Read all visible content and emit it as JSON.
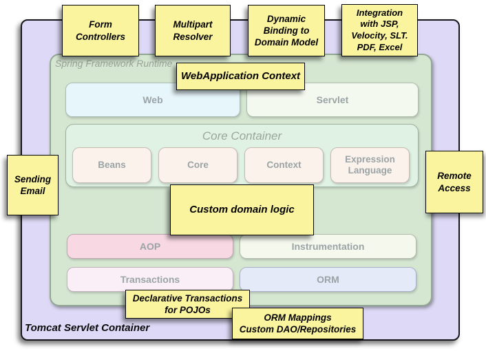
{
  "palette": {
    "note_fill": "#FBF49E",
    "note_border": "#000000",
    "tomcat_fill": "#DED9F6",
    "runtime_fill": "#D5E6D1",
    "core_container_fill": "#E0F2E3",
    "web_fill": "#E7F6FB",
    "servlet_fill": "#F4F9F0",
    "bean_row_fill": "#FCF2EC",
    "aop_fill": "#F8D8E3",
    "instrumentation_fill": "#F5F9ED",
    "transactions_fill": "#FBEFF7",
    "orm_fill": "#E4EAF8",
    "module_label_color": "#9AA4A6"
  },
  "container": {
    "label": "Tomcat Servlet Container"
  },
  "runtime": {
    "label": "Spring Framework Runtime"
  },
  "modules": {
    "web": {
      "label": "Web"
    },
    "servlet": {
      "label": "Servlet"
    },
    "core_container": {
      "label": "Core Container"
    },
    "beans": {
      "label": "Beans"
    },
    "core": {
      "label": "Core"
    },
    "context": {
      "label": "Context"
    },
    "expression_language": {
      "label": "Expression\nLanguage"
    },
    "aop": {
      "label": "AOP"
    },
    "instrumentation": {
      "label": "Instrumentation"
    },
    "transactions": {
      "label": "Transactions"
    },
    "orm": {
      "label": "ORM"
    }
  },
  "notes": {
    "form_controllers": {
      "text": "Form\nControllers"
    },
    "multipart_resolver": {
      "text": "Multipart\nResolver"
    },
    "dynamic_binding": {
      "text": "Dynamic\nBinding to\nDomain Model"
    },
    "integration": {
      "text": "Integration\nwith JSP,\nVelocity, SLT.\nPDF, Excel"
    },
    "webapplication_context": {
      "text": "WebApplication Context"
    },
    "sending_email": {
      "text": "Sending\nEmail"
    },
    "remote_access": {
      "text": "Remote\nAccess"
    },
    "custom_domain_logic": {
      "text": "Custom domain logic"
    },
    "declarative_transactions": {
      "text": "Declarative Transactions\nfor POJOs"
    },
    "orm_mappings": {
      "text": "ORM Mappings\nCustom DAO/Repositories"
    }
  }
}
